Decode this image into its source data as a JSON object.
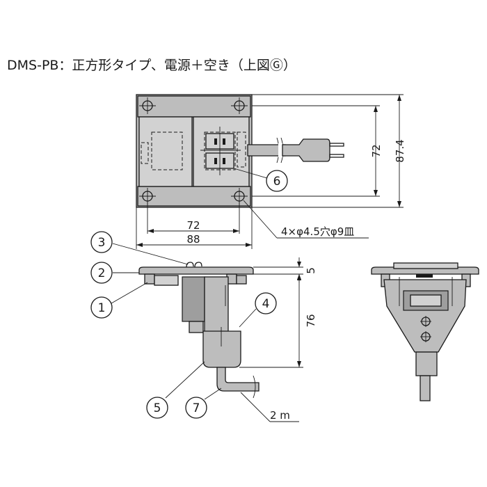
{
  "title": "DMS-PB：正方形タイプ、電源＋空き（上図Ⓖ）",
  "dimensions": {
    "inner_height": "72",
    "outer_height": "87.4",
    "inner_width": "72",
    "outer_width": "88",
    "hole_spec": "4×φ4.5穴φ9皿",
    "flange_thickness": "5",
    "body_depth": "76",
    "cord_length": "2 m"
  },
  "callouts": [
    "1",
    "2",
    "3",
    "4",
    "5",
    "6",
    "7"
  ]
}
